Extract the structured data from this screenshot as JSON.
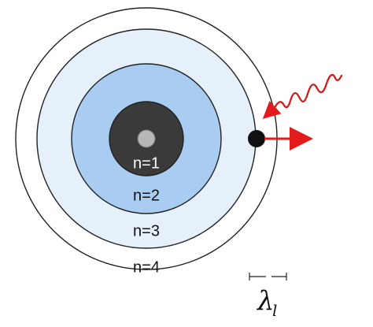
{
  "labels": {
    "n1": "n=1",
    "n2": "n=2",
    "n3": "n=3",
    "n4": "n=4",
    "lambda": "λ",
    "lambda_subscript": "l"
  },
  "colors": {
    "outer_orbit_fill": "#ffffff",
    "orbit_3_fill": "#e6f0fb",
    "orbit_2_fill": "#a9cdf0",
    "core_fill": "#3a3a3a",
    "nucleus_fill": "#b7b7b7",
    "electron_fill": "#111111",
    "arrow_color": "#e31b1b",
    "photon_wave_color": "#d11d1d",
    "orbit_stroke": "#222222",
    "n1_text": "#ffffff",
    "other_text": "#111111"
  }
}
